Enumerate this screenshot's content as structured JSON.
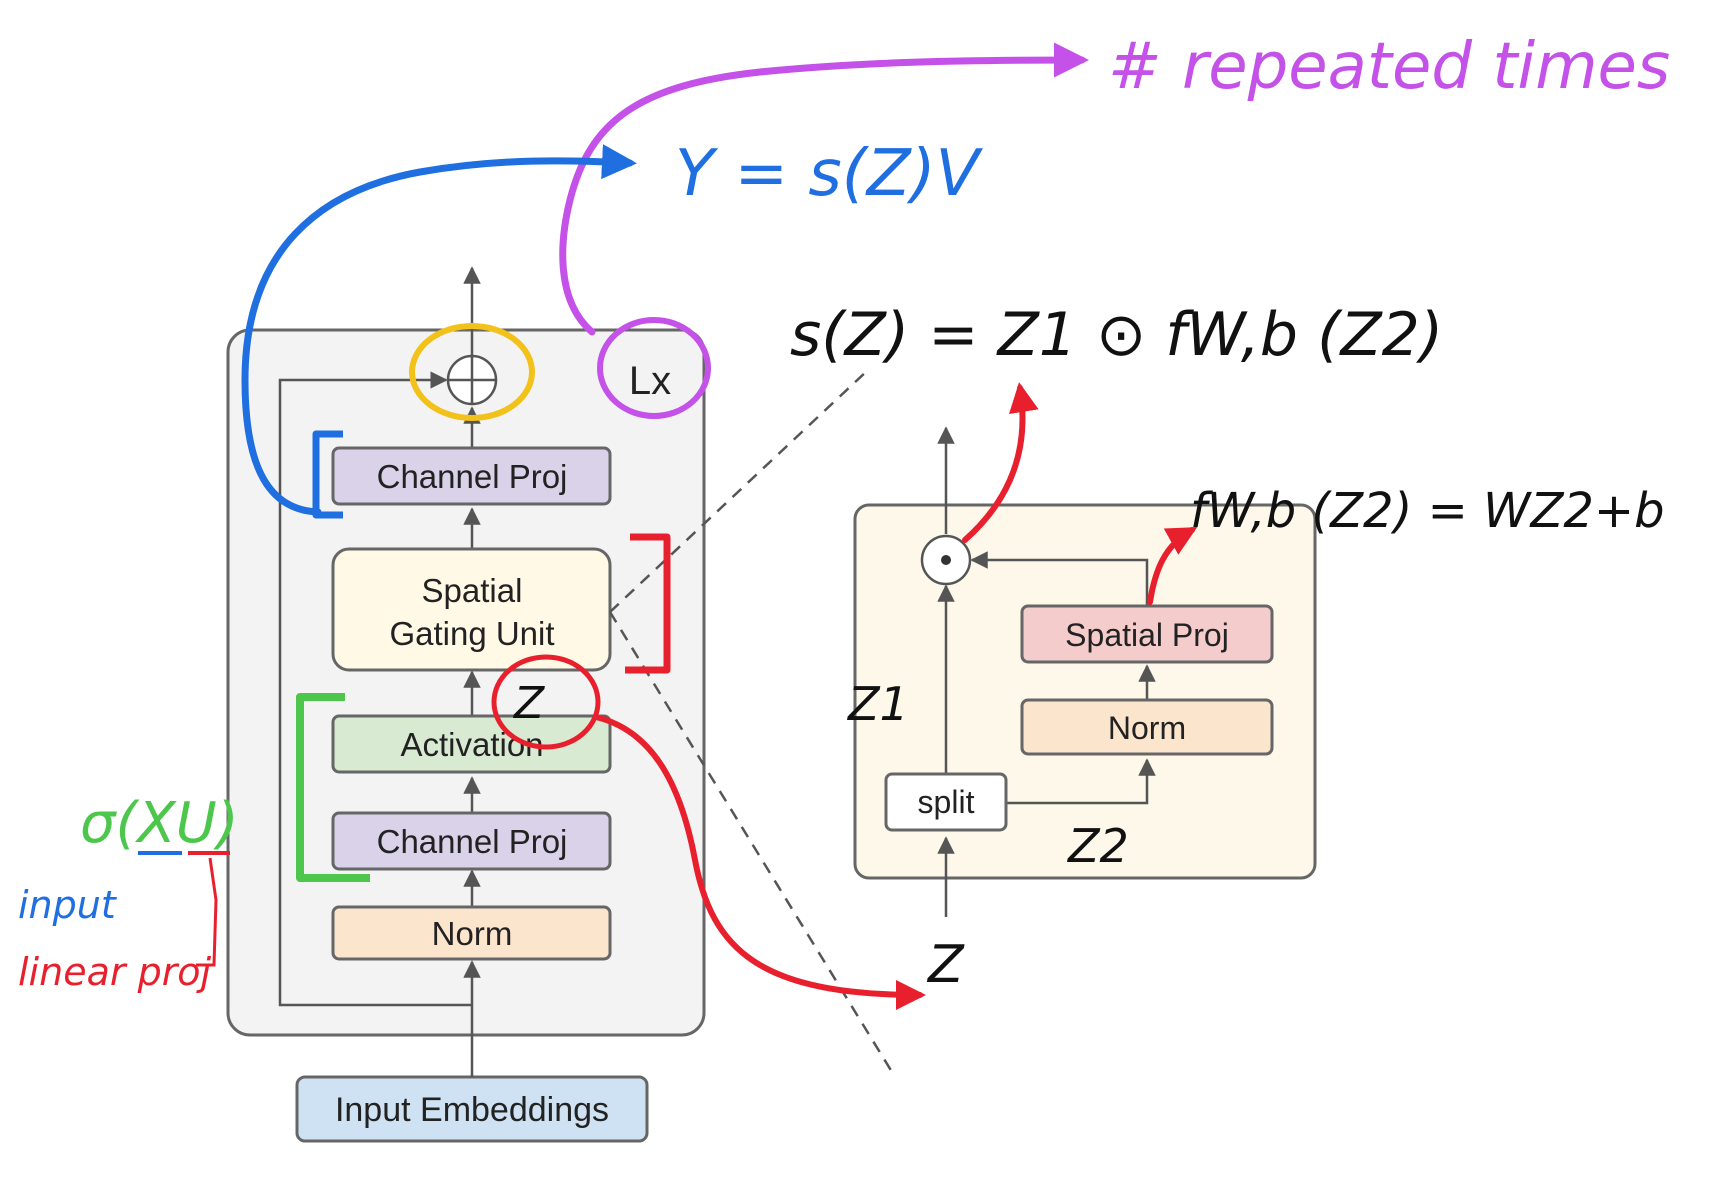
{
  "blocks": {
    "input_embeddings": "Input Embeddings",
    "norm_main": "Norm",
    "channel_proj_lower": "Channel Proj",
    "activation": "Activation",
    "sgu_line1": "Spatial",
    "sgu_line2": "Gating Unit",
    "channel_proj_upper": "Channel Proj",
    "repeat_label": "Lx"
  },
  "sgu_detail": {
    "split": "split",
    "norm": "Norm",
    "spatial_proj": "Spatial Proj"
  },
  "annotations": {
    "repeated": "# repeated times",
    "y_formula": "Y = s(Z)V",
    "s_formula": "s(Z) = Z1 ⊙ fW,b (Z2)",
    "f_formula": "fW,b (Z2) = WZ2+b",
    "sigma_formula": "σ(XU)",
    "input_label": "input",
    "linear_proj_label": "linear proj",
    "z_label": "Z",
    "z_detail": "Z",
    "z1_label": "Z1",
    "z2_label": "Z2"
  },
  "colors": {
    "outer_box": "#f3f3f3",
    "outer_stroke": "#666666",
    "input_fill": "#cfe2f3",
    "norm_fill": "#fce5cd",
    "channel_fill": "#d9d2e9",
    "activation_fill": "#d9ead3",
    "sgu_fill": "#fff9e6",
    "detail_fill": "#fdf8ea",
    "spatial_fill": "#f4cccc",
    "blue": "#1f6fe0",
    "purple": "#c452e8",
    "red": "#e8202e",
    "green": "#4cc74c",
    "yellow": "#f2c11a"
  }
}
